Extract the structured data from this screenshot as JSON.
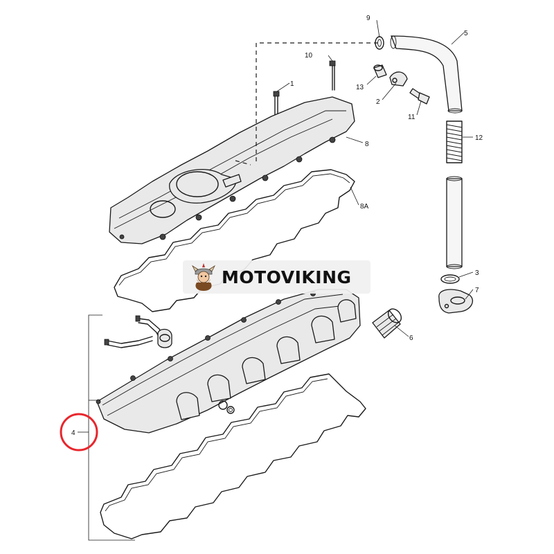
{
  "watermark": {
    "text": "MOTOVIKING",
    "logo": "viking-mascot-icon"
  },
  "callouts": {
    "c1": "1",
    "c2": "2",
    "c3": "3",
    "c4": "4",
    "c5": "5",
    "c6": "6",
    "c7": "7",
    "c8": "8",
    "c8a": "8A",
    "c9": "9",
    "c10": "10",
    "c11": "11",
    "c12": "12",
    "c13": "13"
  },
  "colors": {
    "line": "#1a1a1a",
    "highlight_circle": "#e8262d",
    "banner_bg": "#f0f0f0"
  },
  "highlighted_callout": "4"
}
